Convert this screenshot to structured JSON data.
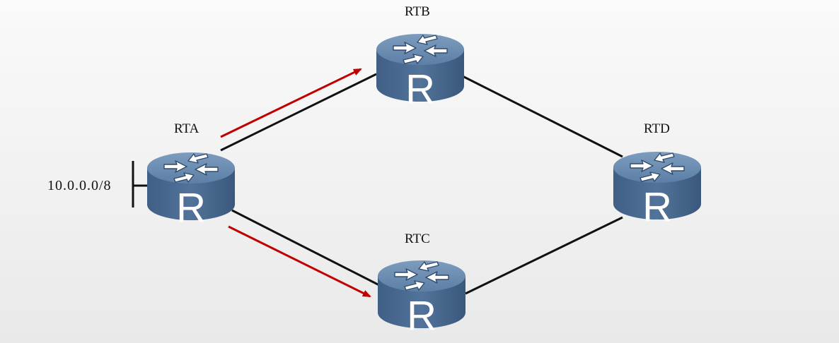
{
  "routers": [
    {
      "id": "rta",
      "name": "RTA",
      "glyph": "R"
    },
    {
      "id": "rtb",
      "name": "RTB",
      "glyph": "R"
    },
    {
      "id": "rtc",
      "name": "RTC",
      "glyph": "R"
    },
    {
      "id": "rtd",
      "name": "RTD",
      "glyph": "R"
    }
  ],
  "network": {
    "label": "10.0.0.0/8",
    "attached_to": "RTA"
  },
  "links": [
    {
      "from": "RTA",
      "to": "RTB"
    },
    {
      "from": "RTA",
      "to": "RTC"
    },
    {
      "from": "RTB",
      "to": "RTD"
    },
    {
      "from": "RTC",
      "to": "RTD"
    }
  ],
  "flows": [
    {
      "from": "RTA",
      "to": "RTB"
    },
    {
      "from": "RTA",
      "to": "RTC"
    }
  ],
  "colors": {
    "router_body": "#4a6a8f",
    "router_top": "#6f8fb2",
    "link": "#111111",
    "flow_arrow": "#c00000"
  },
  "icon": "router-icon"
}
